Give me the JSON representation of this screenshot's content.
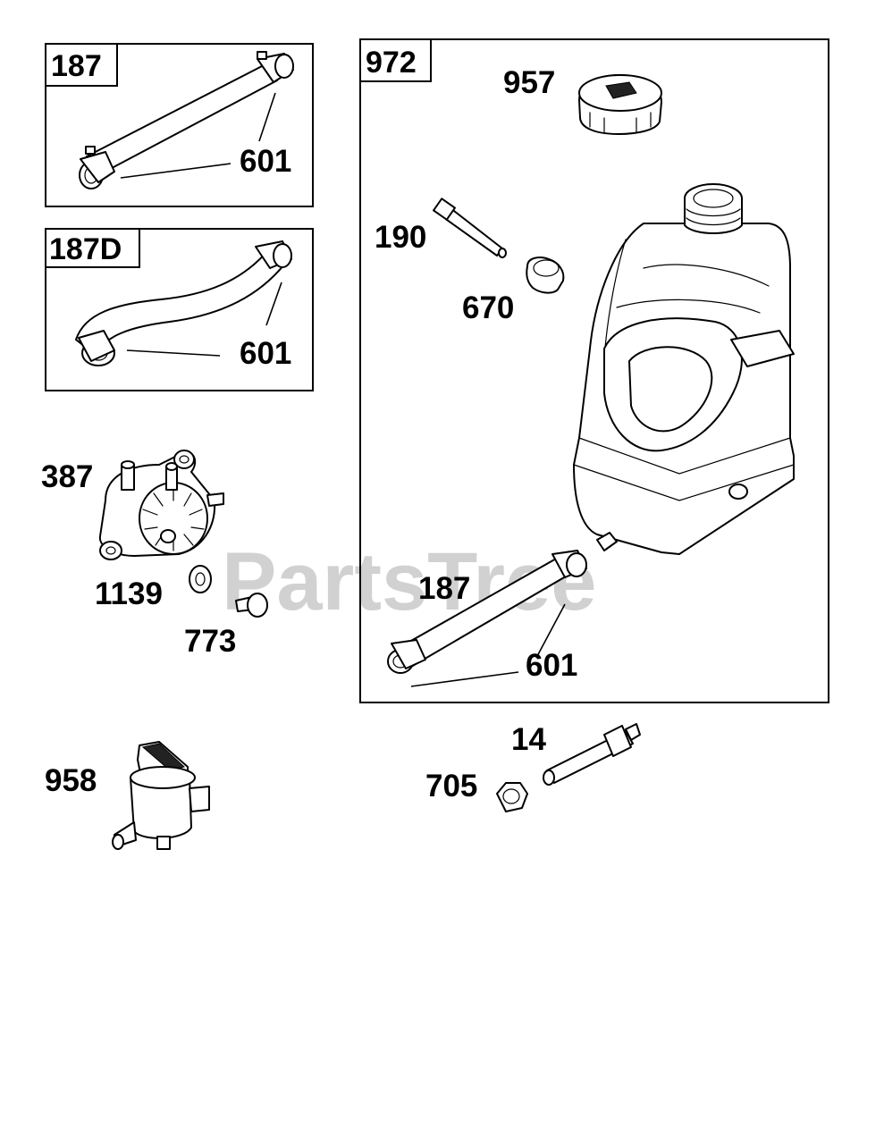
{
  "watermark": {
    "text": "PartsTree",
    "tm": "TM"
  },
  "panels": {
    "p187": {
      "tag": "187"
    },
    "p187d": {
      "tag": "187D"
    },
    "p972": {
      "tag": "972"
    }
  },
  "labels": {
    "l601a": "601",
    "l601b": "601",
    "l957": "957",
    "l190": "190",
    "l670": "670",
    "l187": "187",
    "l601c": "601",
    "l387": "387",
    "l1139": "1139",
    "l773": "773",
    "l958": "958",
    "l14": "14",
    "l705": "705"
  }
}
